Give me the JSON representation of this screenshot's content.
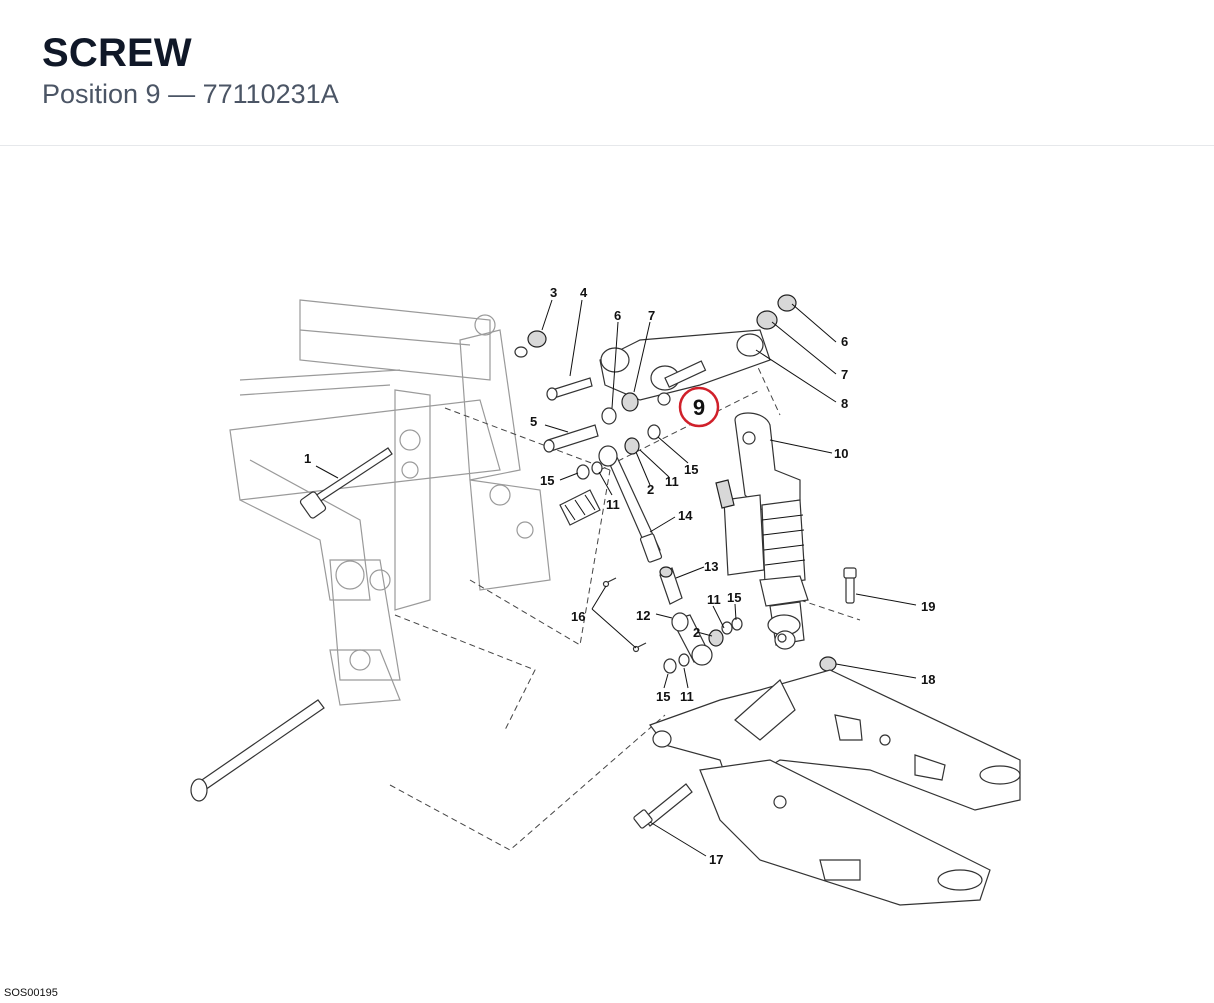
{
  "header": {
    "title": "SCREW",
    "subtitle": "Position 9 — 77110231A"
  },
  "diagram": {
    "highlighted_position": "9",
    "highlight_color": "#d0202a",
    "callouts": {
      "c1": "1",
      "c2a": "2",
      "c2b": "2",
      "c3": "3",
      "c4": "4",
      "c5": "5",
      "c6a": "6",
      "c6b": "6",
      "c7a": "7",
      "c7b": "7",
      "c8": "8",
      "c9": "9",
      "c10": "10",
      "c11a": "11",
      "c11b": "11",
      "c11c": "11",
      "c11d": "11",
      "c12": "12",
      "c13": "13",
      "c14": "14",
      "c15a": "15",
      "c15b": "15",
      "c15c": "15",
      "c15d": "15",
      "c16": "16",
      "c17": "17",
      "c18": "18",
      "c19": "19"
    },
    "drawing_code": "SOS00195"
  }
}
